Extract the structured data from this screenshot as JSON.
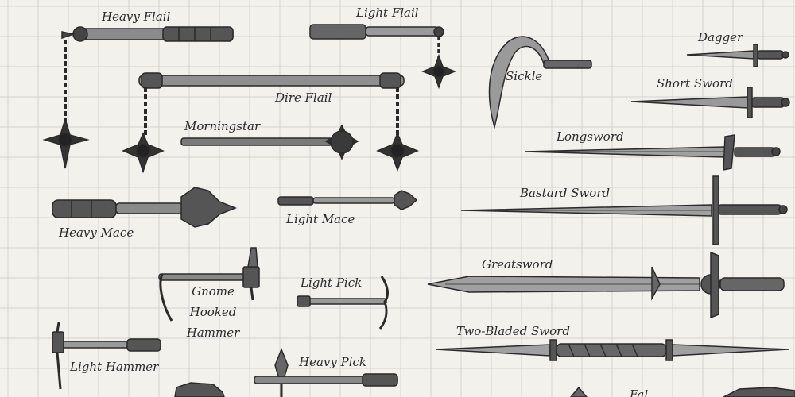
{
  "labels": {
    "heavy_flail": "Heavy Flail",
    "light_flail": "Light Flail",
    "dire_flail": "Dire Flail",
    "morningstar": "Morningstar",
    "heavy_mace": "Heavy Mace",
    "light_mace": "Light Mace",
    "gnome_hooked_hammer": [
      "Gnome",
      "Hooked",
      "Hammer"
    ],
    "light_pick": "Light Pick",
    "light_hammer": "Light Hammer",
    "heavy_pick": "Heavy Pick",
    "sickle": "Sickle",
    "dagger": "Dagger",
    "short_sword": "Short Sword",
    "longsword": "Longsword",
    "bastard_sword": "Bastard Sword",
    "greatsword": "Greatsword",
    "two_bladed_sword": "Two-Bladed Sword",
    "cut_off_label": "Fal"
  },
  "colors": {
    "paper": "#f3f1ec",
    "grid": "#d3d3d0",
    "ink": "#2a2a2a",
    "metal": "#6e6e6e"
  }
}
